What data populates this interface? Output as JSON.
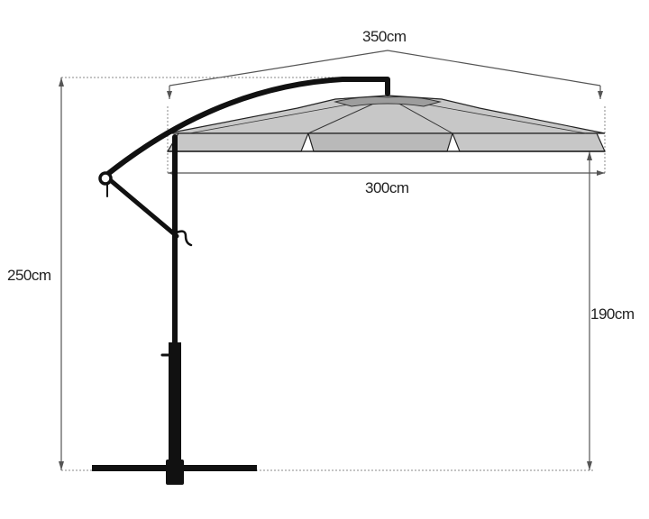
{
  "dimensions": {
    "width_top": "350cm",
    "width_canopy": "300cm",
    "total_height": "250cm",
    "clearance_height": "190cm"
  },
  "colors": {
    "frame": "#111111",
    "canopy": "#c7c7c7",
    "dimension_lines": "#555555"
  }
}
